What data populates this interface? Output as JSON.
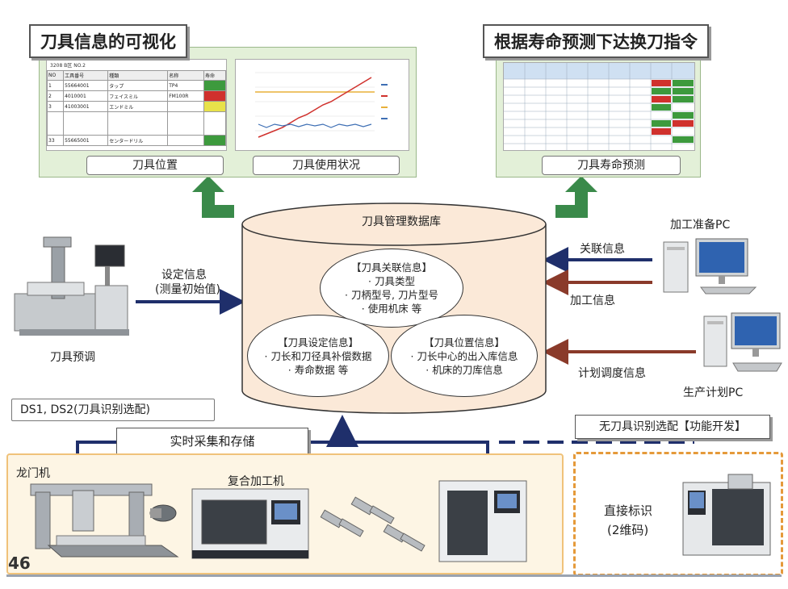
{
  "top_left": {
    "title": "刀具信息的可视化",
    "label_position": "刀具位置",
    "label_usage": "刀具使用状况",
    "mini_sheet": {
      "headline": "3208 B区 NO.2",
      "headers": [
        "NO",
        "工具番号",
        "種類",
        "名称",
        "寿命"
      ],
      "rows": [
        [
          "1",
          "55664001",
          "タップ",
          "TP4",
          ""
        ],
        [
          "2",
          "4010001",
          "フェイスミル",
          "FM100R",
          ""
        ],
        [
          "3",
          "41003001",
          "エンドミル",
          "",
          ""
        ],
        [
          "33",
          "55665001",
          "センタードリル",
          "",
          ""
        ]
      ],
      "life_colors": [
        "#d0312d",
        "#e8e24a",
        "#3d9a3d"
      ]
    }
  },
  "top_right": {
    "title": "根据寿命预测下达换刀指令",
    "label": "刀具寿命预测"
  },
  "database": {
    "title": "刀具管理数据库",
    "assoc": {
      "title": "【刀具关联信息】",
      "lines": [
        "· 刀具类型",
        "· 刀柄型号, 刀片型号",
        "· 使用机床 等"
      ]
    },
    "setting": {
      "title": "【刀具设定信息】",
      "lines": [
        "· 刀长和刀径具补偿数据",
        "· 寿命数据 等"
      ]
    },
    "location": {
      "title": "【刀具位置信息】",
      "lines": [
        "· 刀长中心的出入库信息",
        "· 机床的刀库信息"
      ]
    }
  },
  "left": {
    "arrow_label_1": "设定信息",
    "arrow_label_2": "(测量初始值)",
    "device_label": "刀具预调"
  },
  "right": {
    "pc1_label": "加工准备PC",
    "pc2_label": "生产计划PC",
    "arrow_assoc": "关联信息",
    "arrow_process": "加工信息",
    "arrow_schedule": "计划调度信息"
  },
  "bottom": {
    "ds_label": "DS1, DS2(刀具识别选配)",
    "realtime_label": "实时采集和存储",
    "nonid_label": "无刀具识别选配【功能开发】",
    "gantry_label": "龙门机",
    "compound_label": "复合加工机",
    "direct_label_1": "直接标识",
    "direct_label_2": "(2维码)",
    "page_number": "46"
  },
  "colors": {
    "navy_arrow": "#1f2f6b",
    "brown_arrow": "#8a3a2a",
    "green_arrow": "#3a8a4a",
    "cylinder_fill": "#fbe9d8",
    "panel_fill": "#e3f0d8",
    "factory_fill": "#fdf5e4",
    "factory_border": "#f0c27a",
    "dashed_border": "#e59a3a"
  },
  "icons": [
    "tool-presetter-icon",
    "desktop-pc-icon",
    "gantry-machine-icon",
    "cnc-machine-icon",
    "tool-holder-icon"
  ]
}
